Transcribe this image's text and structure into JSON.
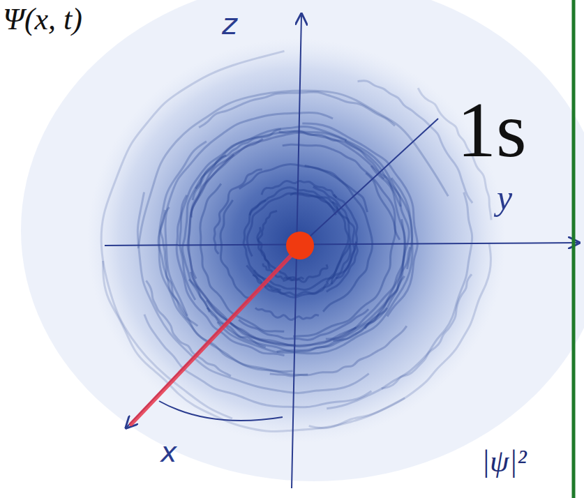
{
  "diagram": {
    "labels": [
      "Ψ(x, t)",
      "z",
      "1s",
      "y",
      "x",
      "|ψ|²"
    ]
  }
}
